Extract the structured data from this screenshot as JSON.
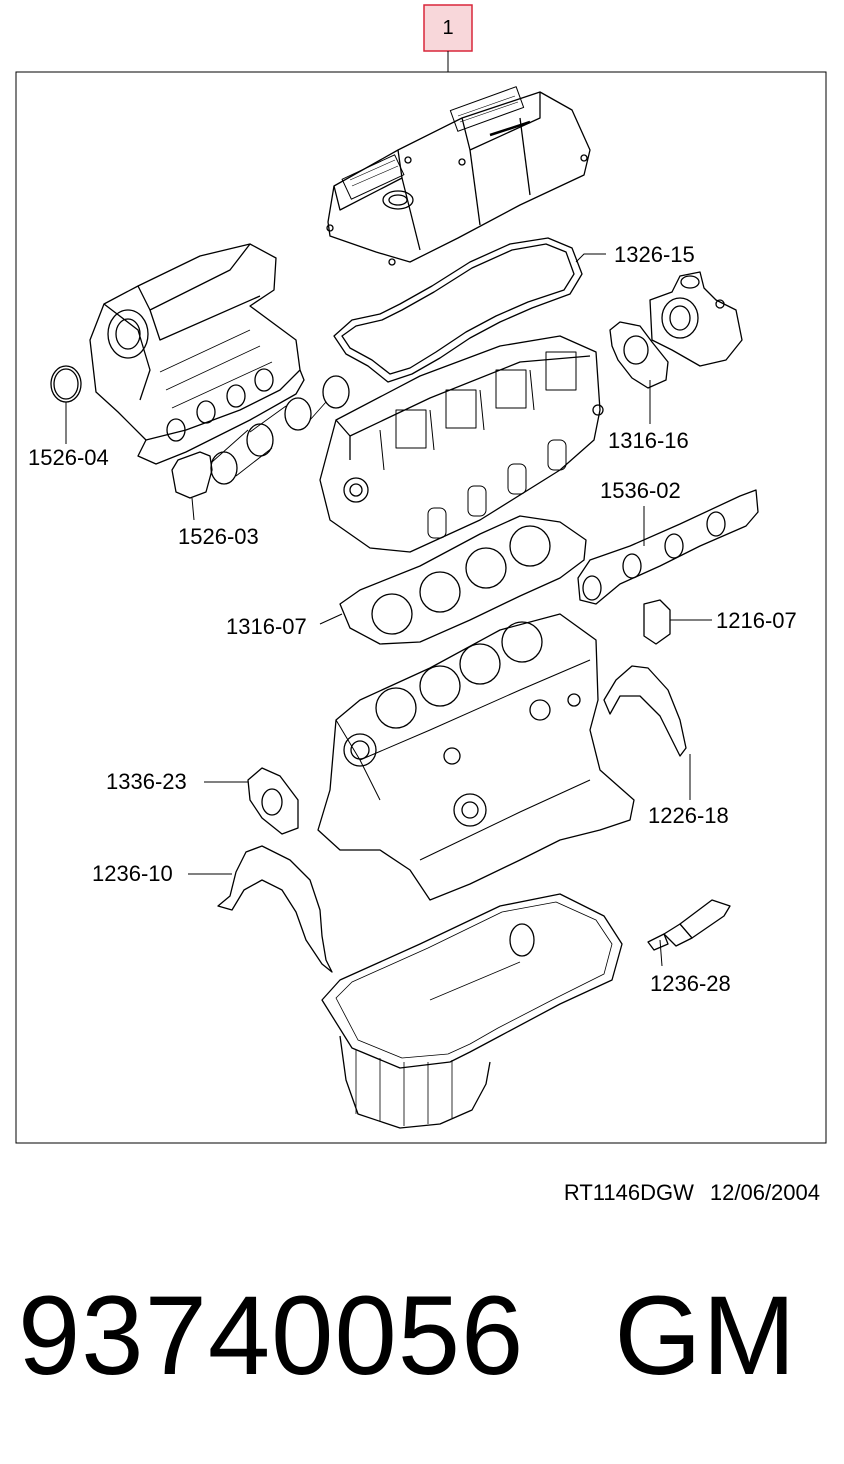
{
  "assembly": {
    "item_number": "1",
    "accent_color": "#d9273a",
    "callout_fill": "#f8d7da"
  },
  "parts": [
    {
      "id": "p-1326-15",
      "label": "1326-15"
    },
    {
      "id": "p-1526-04",
      "label": "1526-04"
    },
    {
      "id": "p-1316-16",
      "label": "1316-16"
    },
    {
      "id": "p-1536-02",
      "label": "1536-02"
    },
    {
      "id": "p-1526-03",
      "label": "1526-03"
    },
    {
      "id": "p-1316-07",
      "label": "1316-07"
    },
    {
      "id": "p-1216-07",
      "label": "1216-07"
    },
    {
      "id": "p-1336-23",
      "label": "1336-23"
    },
    {
      "id": "p-1226-18",
      "label": "1226-18"
    },
    {
      "id": "p-1236-10",
      "label": "1236-10"
    },
    {
      "id": "p-1236-28",
      "label": "1236-28"
    }
  ],
  "drawing": {
    "code": "RT1146DGW",
    "date": "12/06/2004"
  },
  "product": {
    "part_number": "93740056",
    "brand": "GM"
  }
}
